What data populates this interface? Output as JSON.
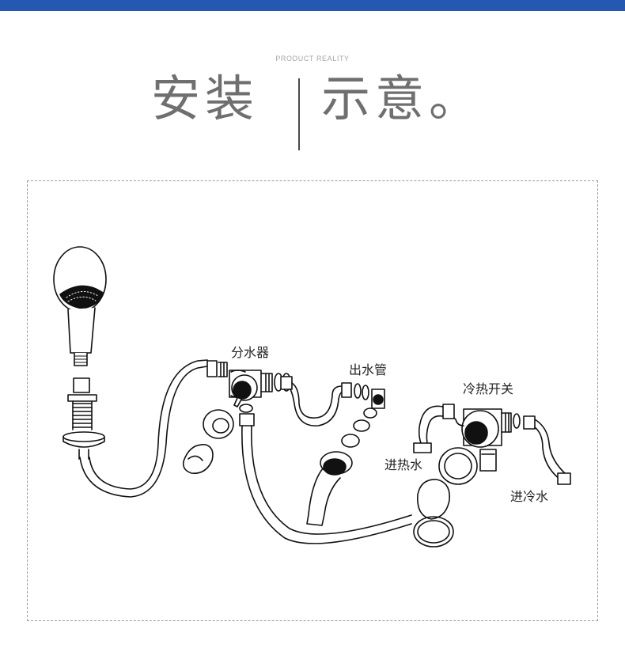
{
  "header": {
    "eyebrow": "PRODUCT REALITY",
    "title_left": "安装",
    "title_right": "示意。"
  },
  "labels": {
    "diverter": "分水器",
    "outlet_pipe": "出水管",
    "hot_cold_switch": "冷热开关",
    "hot_water_inlet": "进热水",
    "cold_water_inlet": "进冷水"
  },
  "colors": {
    "accent_bar": "#2458b1"
  }
}
